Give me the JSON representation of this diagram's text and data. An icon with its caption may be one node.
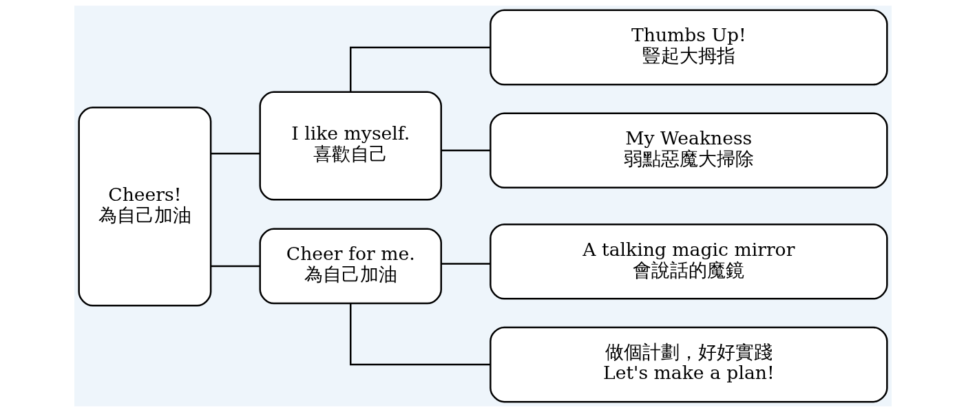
{
  "diagram": {
    "nodes": [
      {
        "text": [
          "Cheers!",
          "為自己加油"
        ]
      },
      {
        "text": [
          "I like myself.",
          "喜歡自己"
        ]
      },
      {
        "text": [
          "Cheer for me.",
          "為自己加油"
        ]
      },
      {
        "text": [
          "Thumbs Up!",
          "豎起大拇指"
        ]
      },
      {
        "text": [
          "My Weakness",
          "弱點惡魔大掃除"
        ]
      },
      {
        "text": [
          "A talking magic mirror",
          "會說話的魔鏡"
        ]
      },
      {
        "text": [
          "做個計劃，好好實踐",
          "Let's make a plan!"
        ]
      }
    ],
    "edges": [
      {
        "from": 0,
        "to": 1,
        "arrow": "none"
      },
      {
        "from": 0,
        "to": 2,
        "arrow": "none"
      },
      {
        "from": 1,
        "to": 3,
        "arrow": "none"
      },
      {
        "from": 1,
        "to": 4,
        "arrow": "none"
      },
      {
        "from": 2,
        "to": 5,
        "arrow": "none"
      },
      {
        "from": 2,
        "to": 6,
        "arrow": "none"
      }
    ]
  }
}
